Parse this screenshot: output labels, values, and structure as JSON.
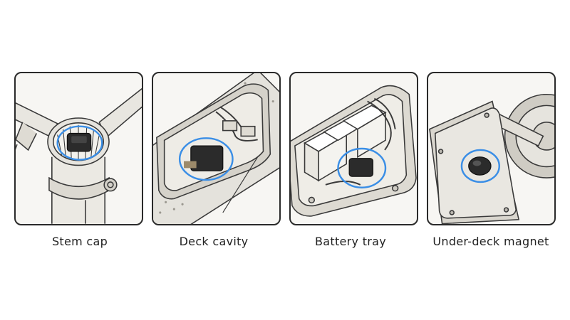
{
  "panels": [
    {
      "caption": "Stem cap"
    },
    {
      "caption": "Deck cavity"
    },
    {
      "caption": "Battery tray"
    },
    {
      "caption": "Under-deck magnet"
    }
  ],
  "colors": {
    "highlight": "#3a8ee6",
    "ink": "#2a2a2a",
    "device": "#2b2b2b",
    "paper": "#f7f6f3"
  }
}
